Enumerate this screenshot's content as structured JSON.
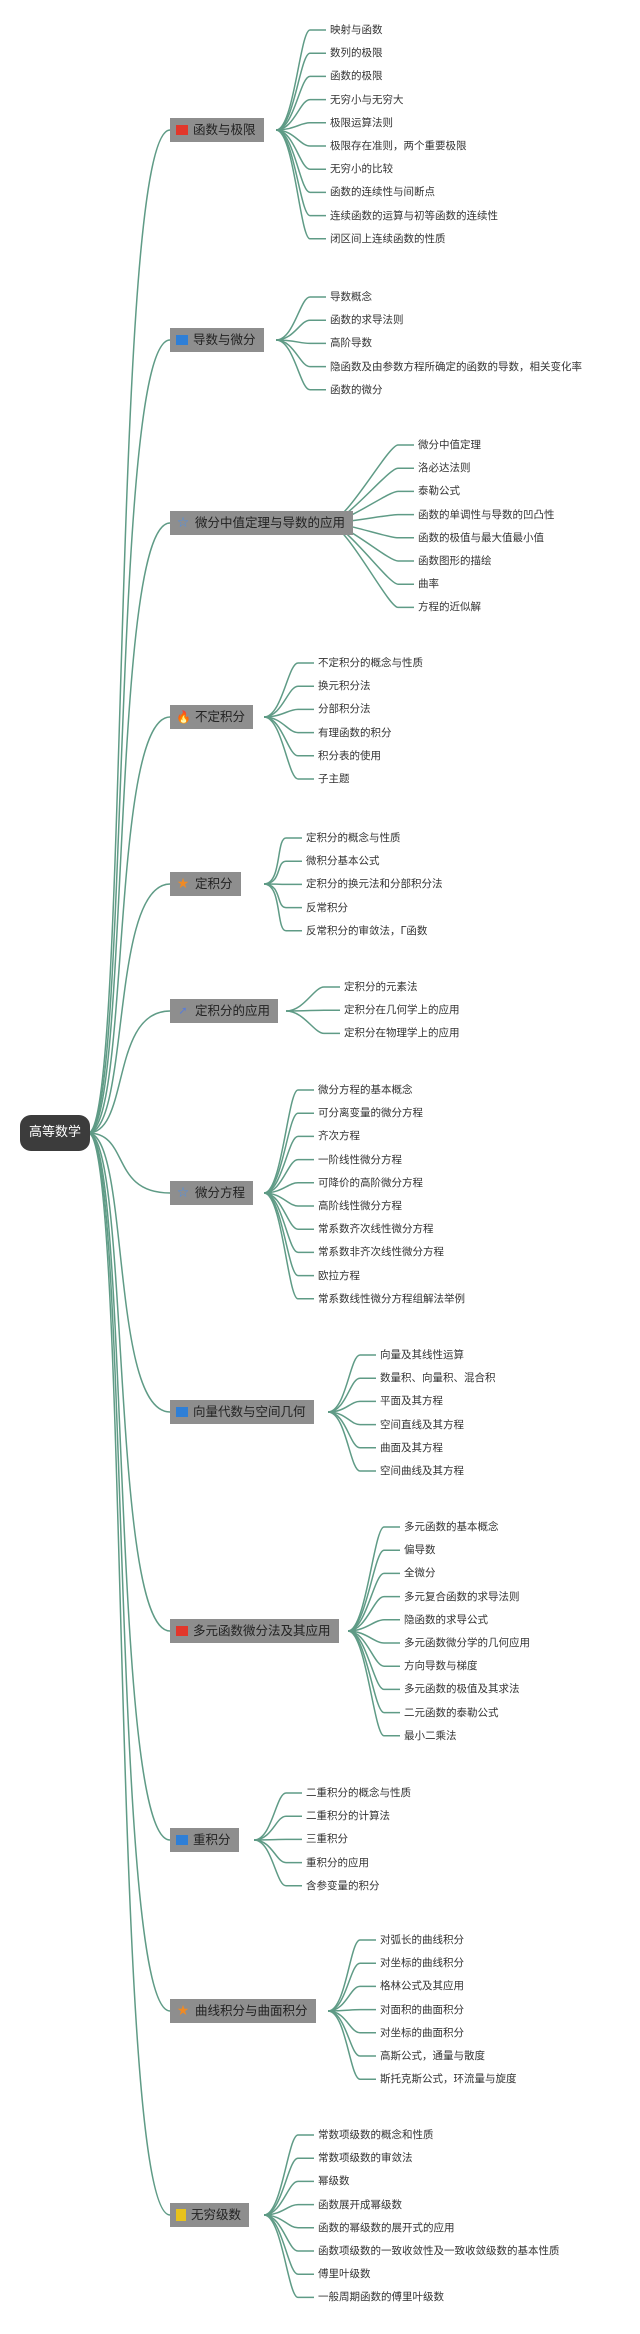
{
  "root": "高等数学",
  "branches": [
    {
      "title": "函数与极限",
      "icon": "red-flag-icon",
      "leaves": [
        "映射与函数",
        "数列的极限",
        "函数的极限",
        "无穷小与无穷大",
        "极限运算法则",
        "极限存在准则，两个重要极限",
        "无穷小的比较",
        "函数的连续性与间断点",
        "连续函数的运算与初等函数的连续性",
        "闭区间上连续函数的性质"
      ]
    },
    {
      "title": "导数与微分",
      "icon": "blue-flag-icon",
      "leaves": [
        "导数概念",
        "函数的求导法则",
        "高阶导数",
        "隐函数及由参数方程所确定的函数的导数，相关变化率",
        "函数的微分"
      ]
    },
    {
      "title": "微分中值定理与导数的应用",
      "icon": "star-outline-icon",
      "leaves": [
        "微分中值定理",
        "洛必达法则",
        "泰勒公式",
        "函数的单调性与导数的凹凸性",
        "函数的极值与最大值最小值",
        "函数图形的描绘",
        "曲率",
        "方程的近似解"
      ]
    },
    {
      "title": "不定积分",
      "icon": "fire-icon",
      "leaves": [
        "不定积分的概念与性质",
        "换元积分法",
        "分部积分法",
        "有理函数的积分",
        "积分表的使用",
        "子主题"
      ]
    },
    {
      "title": "定积分",
      "icon": "orange-star-icon",
      "leaves": [
        "定积分的概念与性质",
        "微积分基本公式",
        "定积分的换元法和分部积分法",
        "反常积分",
        "反常积分的审敛法，Γ函数"
      ]
    },
    {
      "title": "定积分的应用",
      "icon": "arrow-icon",
      "leaves": [
        "定积分的元素法",
        "定积分在几何学上的应用",
        "定积分在物理学上的应用"
      ]
    },
    {
      "title": "微分方程",
      "icon": "star-outline-icon",
      "leaves": [
        "微分方程的基本概念",
        "可分离变量的微分方程",
        "齐次方程",
        "一阶线性微分方程",
        "可降价的高阶微分方程",
        "高阶线性微分方程",
        "常系数齐次线性微分方程",
        "常系数非齐次线性微分方程",
        "欧拉方程",
        "常系数线性微分方程组解法举例"
      ]
    },
    {
      "title": "向量代数与空间几何",
      "icon": "blue-flag-icon",
      "leaves": [
        "向量及其线性运算",
        "数量积、向量积、混合积",
        "平面及其方程",
        "空间直线及其方程",
        "曲面及其方程",
        "空间曲线及其方程"
      ]
    },
    {
      "title": "多元函数微分法及其应用",
      "icon": "red-flag-icon",
      "leaves": [
        "多元函数的基本概念",
        "偏导数",
        "全微分",
        "多元复合函数的求导法则",
        "隐函数的求导公式",
        "多元函数微分学的几何应用",
        "方向导数与梯度",
        "多元函数的极值及其求法",
        "二元函数的泰勒公式",
        "最小二乘法"
      ]
    },
    {
      "title": "重积分",
      "icon": "blue-flag-icon",
      "leaves": [
        "二重积分的概念与性质",
        "二重积分的计算法",
        "三重积分",
        "重积分的应用",
        "含参变量的积分"
      ]
    },
    {
      "title": "曲线积分与曲面积分",
      "icon": "orange-star-icon",
      "leaves": [
        "对弧长的曲线积分",
        "对坐标的曲线积分",
        "格林公式及其应用",
        "对面积的曲面积分",
        "对坐标的曲面积分",
        "高斯公式，通量与散度",
        "斯托克斯公式，环流量与旋度"
      ]
    },
    {
      "title": "无穷级数",
      "icon": "yellow-flag-icon",
      "leaves": [
        "常数项级数的概念和性质",
        "常数项级数的审敛法",
        "幂级数",
        "函数展开成幂级数",
        "函数的幂级数的展开式的应用",
        "函数项级数的一致收敛性及一致收敛级数的基本性质",
        "傅里叶级数",
        "一般周期函数的傅里叶级数"
      ]
    }
  ]
}
